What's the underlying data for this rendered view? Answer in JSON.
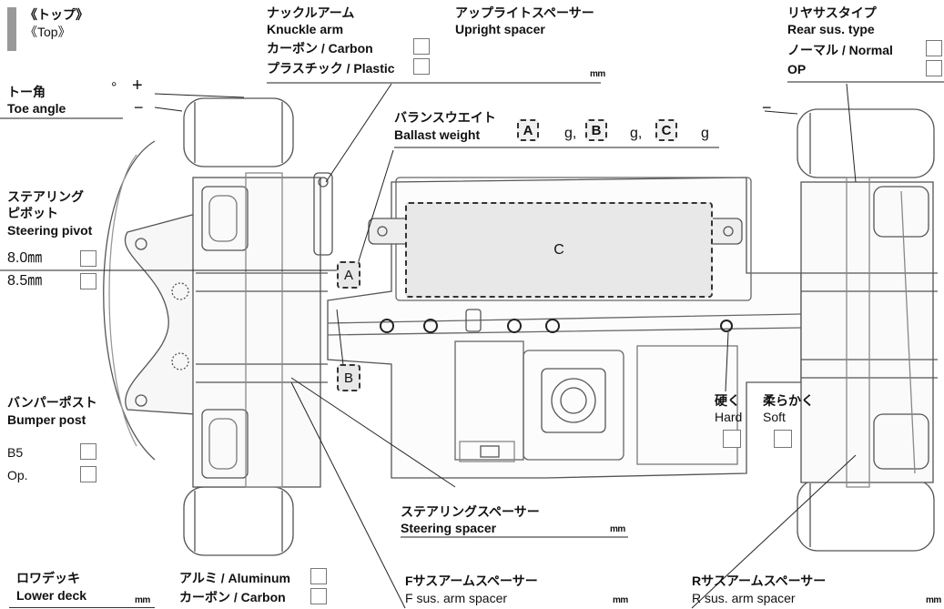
{
  "view": {
    "jp": "《トップ》",
    "en": "《Top》"
  },
  "knuckle_arm": {
    "jp": "ナックルアーム",
    "en": "Knuckle arm",
    "opt1": "カーボン / Carbon",
    "opt2": "プラスチック / Plastic"
  },
  "upright_spacer": {
    "jp": "アップライトスペーサー",
    "en": "Upright spacer",
    "unit": "mm"
  },
  "rear_sus": {
    "jp": "リヤサスタイプ",
    "en": "Rear sus. type",
    "opt1": "ノーマル / Normal",
    "opt2": "OP"
  },
  "toe": {
    "jp": "トー角",
    "en": "Toe angle",
    "deg": "°",
    "plus": "+",
    "minus": "−",
    "minus_r": "−"
  },
  "ballast": {
    "jp": "バランスウエイト",
    "en": "Ballast weight",
    "a": "A",
    "b": "B",
    "c": "C",
    "g1": "g,",
    "g2": "g,",
    "g3": "g"
  },
  "steering_pivot": {
    "jp1": "ステアリング",
    "jp2": "ピボット",
    "en": "Steering pivot",
    "opt1": "8.0㎜",
    "opt2": "8.5㎜"
  },
  "bumper_post": {
    "jp": "バンパーポスト",
    "en": "Bumper post",
    "opt1": "B5",
    "opt2": "Op."
  },
  "stiffness": {
    "hard_jp": "硬く",
    "hard_en": "Hard",
    "soft_jp": "柔らかく",
    "soft_en": "Soft"
  },
  "steering_spacer": {
    "jp": "ステアリングスペーサー",
    "en": "Steering spacer",
    "unit": "mm"
  },
  "lower_deck": {
    "jp": "ロワデッキ",
    "en": "Lower deck",
    "unit": "mm",
    "opt1": "アルミ / Aluminum",
    "opt2": "カーボン / Carbon"
  },
  "f_sus": {
    "jp": "Fサスアームスペーサー",
    "en": "F sus. arm spacer",
    "unit": "mm"
  },
  "r_sus": {
    "jp": "Rサスアームスペーサー",
    "en": "R sus. arm spacer",
    "unit": "mm"
  },
  "weights": {
    "a": "A",
    "b": "B",
    "c": "C"
  }
}
